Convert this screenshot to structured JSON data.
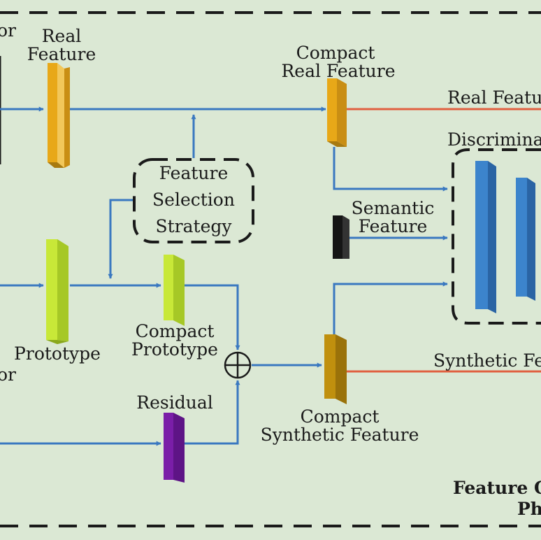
{
  "labels": {
    "cut_top_left": "or",
    "real_feature": [
      "Real",
      "Feature"
    ],
    "compact_real_feature": [
      "Compact",
      "Real Feature"
    ],
    "real_feature_out": "Real Featu",
    "discriminator": "Discrimina",
    "feature_selection": [
      "Feature",
      "Selection",
      "Strategy"
    ],
    "semantic_feature": [
      "Semantic",
      "Feature"
    ],
    "prototype": "Prototype",
    "cut_left_mid": "or",
    "compact_prototype": [
      "Compact",
      "Prototype"
    ],
    "synthetic_feature_out": "Synthetic Fe",
    "residual": "Residual",
    "compact_synthetic_feature": [
      "Compact",
      "Synthetic Feature"
    ],
    "phase_title": [
      "Feature G",
      "Ph"
    ]
  },
  "colors": {
    "background": "#dbe8d4",
    "arrow": "#3a78c0",
    "output_line": "#e06040",
    "real_block": "#e8a818",
    "prototype_block": "#c8e838",
    "residual_block": "#7a1ea8",
    "synthetic_block": "#c0900e",
    "semantic_block": "#151515",
    "discriminator_block": "#3c84cc"
  }
}
